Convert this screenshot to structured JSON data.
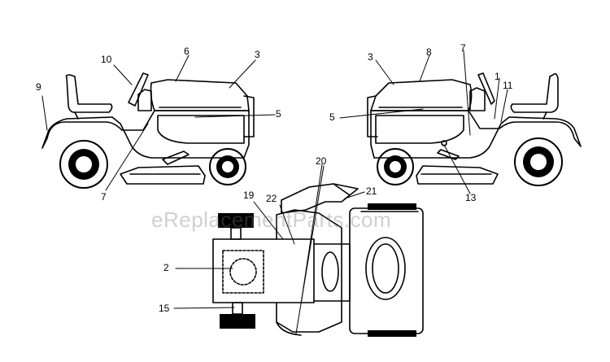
{
  "watermark": "eReplacementParts.com",
  "callouts": {
    "c9": "9",
    "c10": "10",
    "c6l": "6",
    "c3l": "3",
    "c5l": "5",
    "c7l": "7",
    "c3r": "3",
    "c8": "8",
    "c7r": "7",
    "c1": "1",
    "c11": "11",
    "c5r": "5",
    "c13": "13",
    "c20": "20",
    "c19": "19",
    "c22": "22",
    "c21": "21",
    "c2": "2",
    "c15": "15"
  },
  "colors": {
    "line": "#000000",
    "background": "#ffffff"
  }
}
